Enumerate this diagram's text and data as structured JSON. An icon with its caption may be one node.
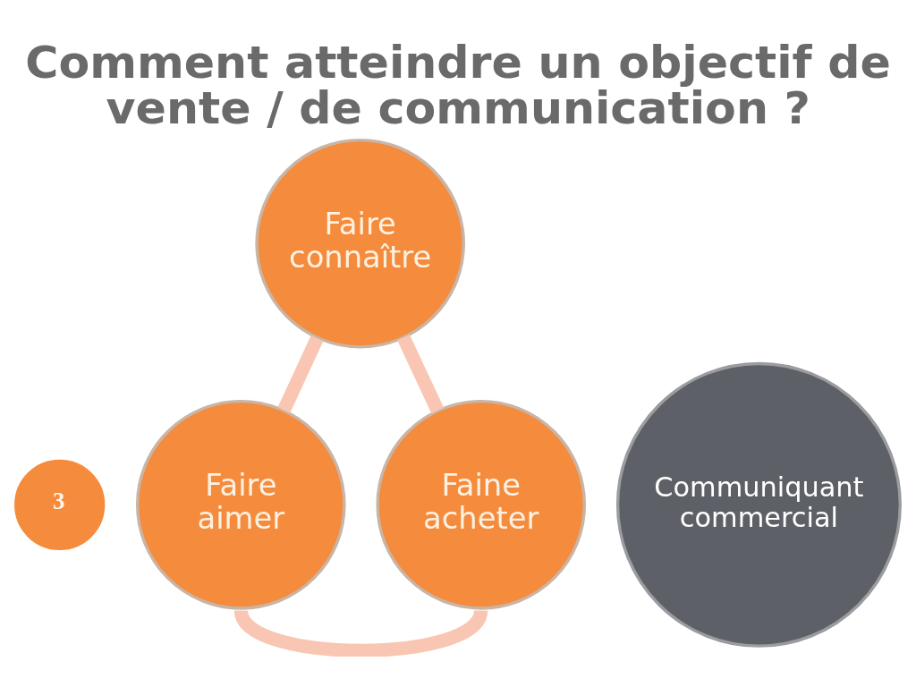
{
  "diagram": {
    "title": "Comment atteindre un objectif de vente / de communication ?",
    "nodes": [
      {
        "text": [
          "Faire connaître"
        ]
      },
      {
        "text": [
          "Communiquant commercial"
        ]
      },
      {
        "text": [
          "3"
        ]
      },
      {
        "text": [
          "Faire aimer"
        ]
      },
      {
        "text": [
          "Faine acheter"
        ]
      }
    ],
    "edges": [
      {
        "from": 0,
        "to": 4,
        "arrow": "none"
      },
      {
        "from": 3,
        "to": 4,
        "arrow": "none"
      },
      {
        "from": 0,
        "to": 3,
        "arrow": "none"
      }
    ]
  }
}
